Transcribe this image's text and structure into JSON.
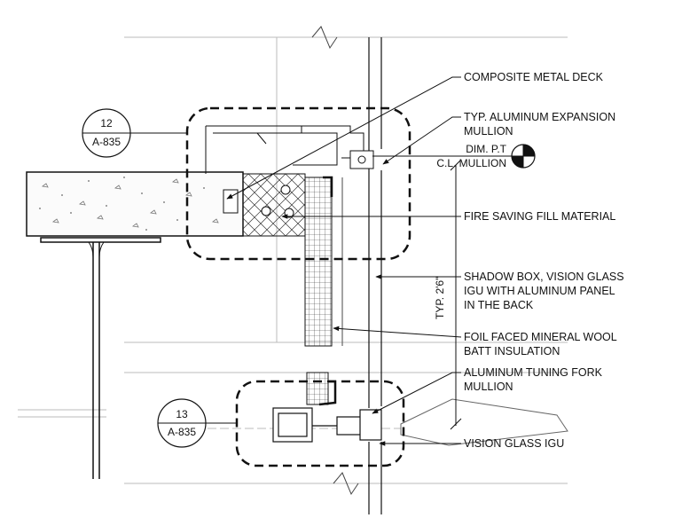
{
  "detail_callouts": [
    {
      "number": "12",
      "sheet": "A-835"
    },
    {
      "number": "13",
      "sheet": "A-835"
    }
  ],
  "dimension": {
    "text": "TYP. 2'6\""
  },
  "datum": {
    "line1": "DIM. P.T",
    "line2": "C.L. MULLION"
  },
  "labels": [
    {
      "lines": [
        "COMPOSITE METAL DECK"
      ]
    },
    {
      "lines": [
        "TYP. ALUMINUM EXPANSION",
        "MULLION"
      ]
    },
    {
      "lines": [
        "FIRE SAVING FILL MATERIAL"
      ]
    },
    {
      "lines": [
        "SHADOW BOX, VISION GLASS",
        "IGU WITH ALUMINUM PANEL",
        "IN THE BACK"
      ]
    },
    {
      "lines": [
        "FOIL FACED MINERAL WOOL",
        "BATT INSULATION"
      ]
    },
    {
      "lines": [
        "ALUMINUM TUNING FORK",
        "MULLION"
      ]
    },
    {
      "lines": [
        "VISION GLASS IGU"
      ]
    }
  ]
}
